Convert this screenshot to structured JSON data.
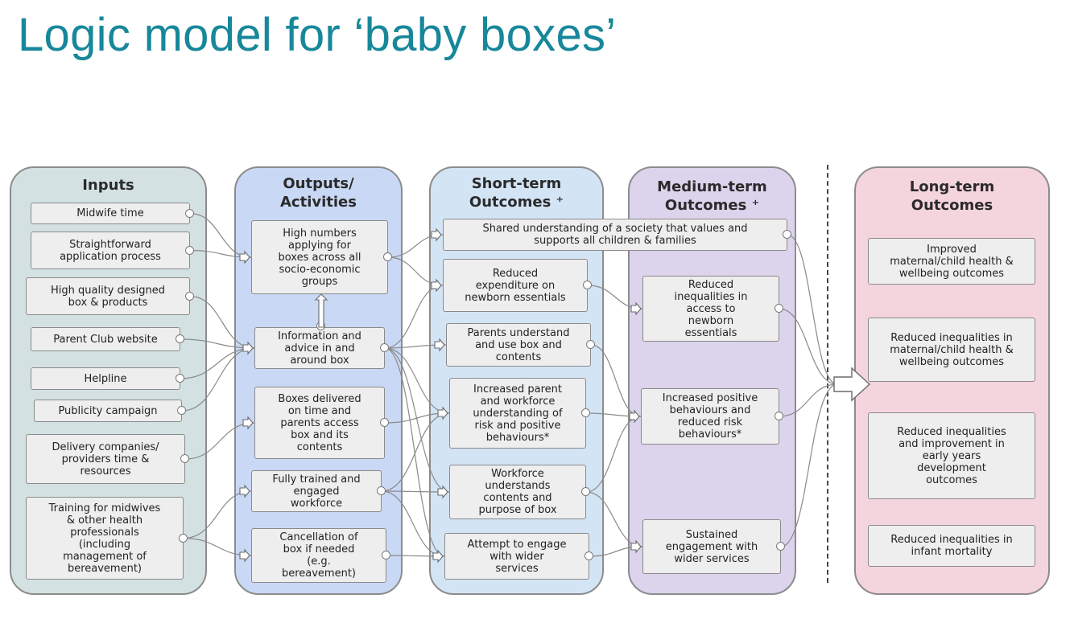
{
  "title": "Logic model for ‘baby boxes’",
  "columns": {
    "inputs": "Inputs",
    "outputs": "Outputs/\nActivities",
    "short": "Short-term\nOutcomes ⁺",
    "medium": "Medium-term\nOutcomes ⁺",
    "long": "Long-term\nOutcomes"
  },
  "inputs": {
    "midwife": "Midwife time",
    "application": "Straightforward\napplication process",
    "box_quality": "High quality designed\nbox & products",
    "parent_club": "Parent Club website",
    "helpline": "Helpline",
    "publicity": "Publicity campaign",
    "delivery": "Delivery companies/\nproviders time &\nresources",
    "training": "Training for midwives\n& other health\nprofessionals\n(including\nmanagement of\nbereavement)"
  },
  "outputs": {
    "high_numbers": "High numbers\napplying for\nboxes across all\nsocio-economic\ngroups",
    "information": "Information and\nadvice in and\naround box",
    "boxes_delivered": "Boxes delivered\non time and\nparents access\nbox and its\ncontents",
    "trained": "Fully trained and\nengaged\nworkforce",
    "cancellation": "Cancellation of\nbox if needed\n(e.g.\nbereavement)"
  },
  "short": {
    "shared": "Shared understanding of a society that values and\nsupports all children & families",
    "expenditure": "Reduced\nexpenditure on\nnewborn essentials",
    "parents_use": "Parents understand\nand use box and\ncontents",
    "increased_understanding": "Increased parent\nand workforce\nunderstanding of\nrisk and positive\nbehaviours*",
    "workforce_understands": "Workforce\nunderstands\ncontents and\npurpose of box",
    "attempt_engage": "Attempt to engage\nwith wider\nservices"
  },
  "medium": {
    "inequalities_access": "Reduced\ninequalities in\naccess to\nnewborn\nessentials",
    "positive_behaviours": "Increased positive\nbehaviours and\nreduced risk\nbehaviours*",
    "sustained": "Sustained\nengagement with\nwider services"
  },
  "long": {
    "health": "Improved\nmaternal/child health &\nwellbeing outcomes",
    "inequalities_health": "Reduced inequalities in\nmaternal/child health &\nwellbeing outcomes",
    "early_years": "Reduced inequalities\nand improvement  in\nearly years\ndevelopment\noutcomes",
    "infant_mortality": "Reduced inequalities in\ninfant mortality"
  },
  "colors": {
    "title": "#17879a",
    "inputs_bg": "#d4e1e3",
    "outputs_bg": "#c9d8f4",
    "short_bg": "#d3e4f5",
    "medium_bg": "#dcd3ec",
    "long_bg": "#f4d4dd",
    "box_bg": "#eeeeee",
    "line": "#8a8a8a"
  }
}
